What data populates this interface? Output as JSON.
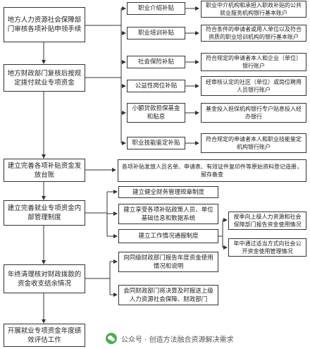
{
  "flow": {
    "left": [
      "地方人力资源社会保障部门审核各项补贴申领手续",
      "地方财政部门复核后按规定拨付就业专项资金",
      "建立完善各项补贴资金发放台账",
      "建立完善就业专项资金内部管理制度",
      "年终清理核对财政拨款的资金收支结余情况",
      "开展就业专项资金年度绩效评估工作"
    ],
    "subsidies": [
      "职业介绍补贴",
      "职业培训补贴",
      "社会保险补贴",
      "公益性岗位补贴",
      "小额贷款担保基金和贴息",
      "职业技能鉴定补贴"
    ],
    "subsidy_desc": [
      "职业中介机构和承担入职政补贴的公共就业服务机构银行基本账户",
      "符合条件的申请者或用人单位以及符合资质的职业培训机构的银行基本账户",
      "符合规定的申请者本人和企业（单位）银行账户",
      "经审核认定的社区（单位）或岗位聘用人员银行账户",
      "基金投入担保机构银行专户贴息投入经办银行",
      "符合规定的申请者本人和职业技能鉴定机构银行账户"
    ],
    "ledger_desc": "各项补贴发放人员名单、申请表、有效证件复印件等原始资料登记造册，留存备查",
    "mgmt": [
      "建立健全财务管理规章制度",
      "建立享受各项补贴政策人员、单位基础信息和数据系统",
      "建立工作情况通报制度"
    ],
    "report": [
      "按季向上级人力资源和社会保障部门报告资金使用情况",
      "年中通过适当方式向社会公开资金使用管理情况"
    ],
    "yearend": [
      "向同级财政部门报告年度资金使用情况和说明",
      "会同财政部门将决算及时报送上级人力资源社会保障、财政部门"
    ]
  },
  "footer": {
    "text": "公众号 · 创造方法融合资源解决需求"
  }
}
